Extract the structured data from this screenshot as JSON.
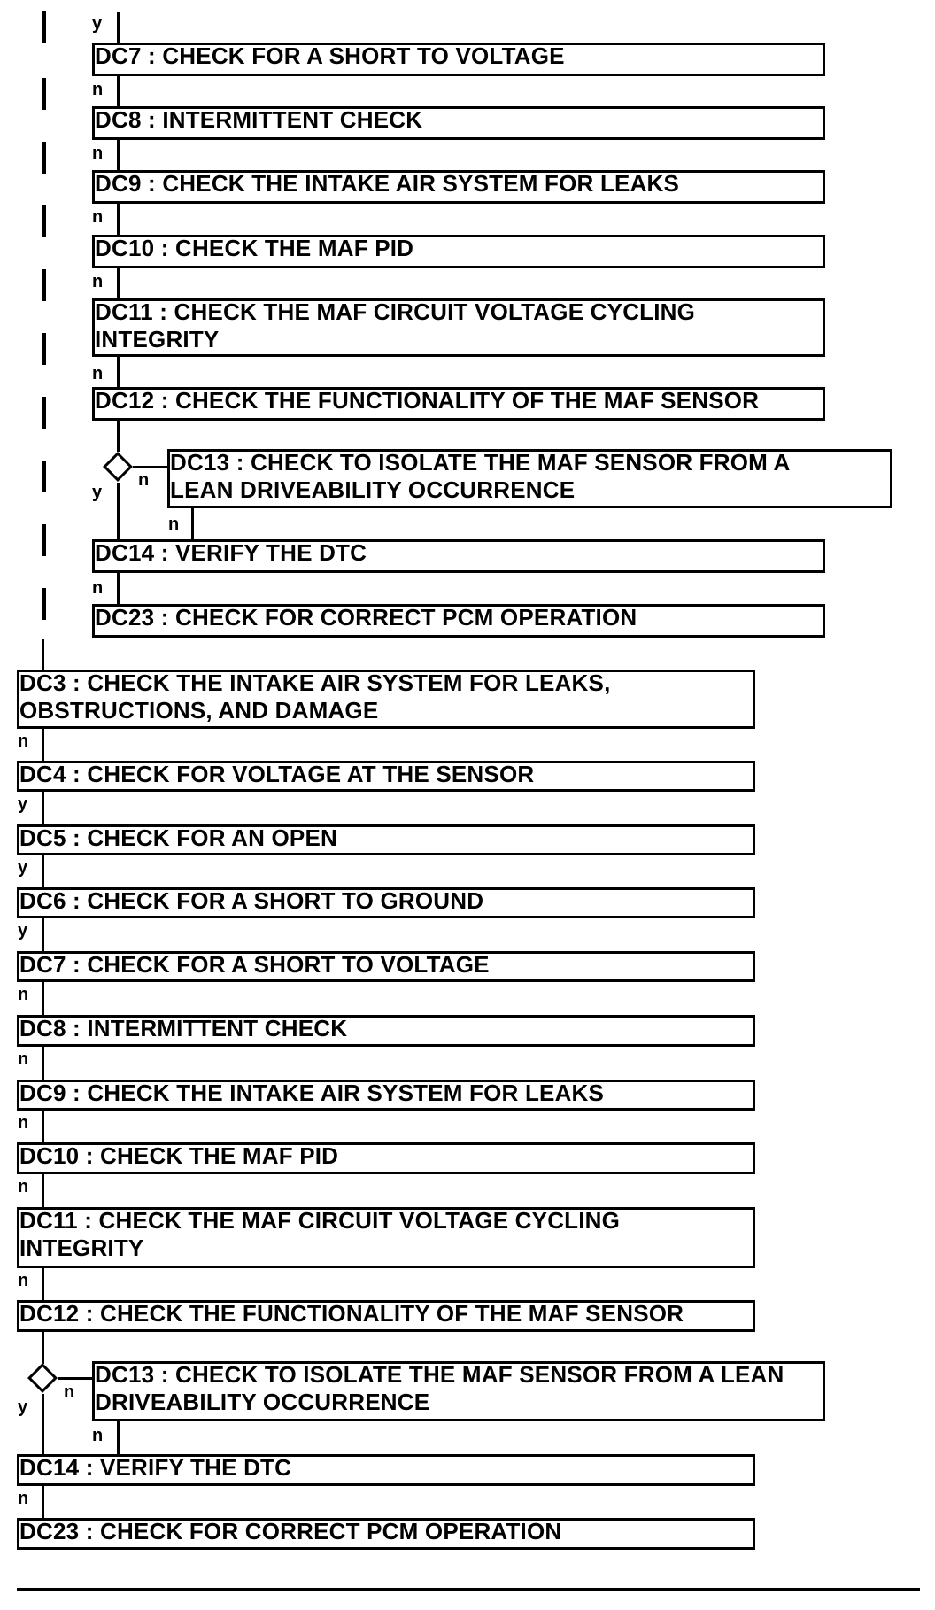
{
  "steps": {
    "dc7_upper": "DC7 : CHECK FOR A SHORT TO VOLTAGE",
    "dc8_upper": "DC8 : INTERMITTENT CHECK",
    "dc9_upper": "DC9 : CHECK THE INTAKE AIR SYSTEM FOR LEAKS",
    "dc10_upper": "DC10 : CHECK THE MAF PID",
    "dc11_upper": "DC11 : CHECK THE MAF CIRCUIT VOLTAGE CYCLING\nINTEGRITY",
    "dc12_upper": "DC12 : CHECK THE FUNCTIONALITY OF THE MAF SENSOR",
    "dc13_upper": "DC13 : CHECK TO ISOLATE THE MAF SENSOR FROM A\nLEAN DRIVEABILITY OCCURRENCE",
    "dc14_upper": "DC14 : VERIFY THE DTC",
    "dc23_upper": "DC23 : CHECK FOR CORRECT PCM OPERATION",
    "dc3": "DC3 : CHECK THE INTAKE AIR SYSTEM FOR LEAKS,\nOBSTRUCTIONS, AND DAMAGE",
    "dc4": "DC4 : CHECK FOR VOLTAGE AT THE SENSOR",
    "dc5": "DC5 : CHECK FOR AN OPEN",
    "dc6": "DC6 : CHECK FOR A SHORT TO GROUND",
    "dc7_lower": "DC7 : CHECK FOR A SHORT TO VOLTAGE",
    "dc8_lower": "DC8 : INTERMITTENT CHECK",
    "dc9_lower": "DC9 : CHECK THE INTAKE AIR SYSTEM FOR LEAKS",
    "dc10_lower": "DC10 : CHECK THE MAF PID",
    "dc11_lower": "DC11 : CHECK THE MAF CIRCUIT VOLTAGE CYCLING\nINTEGRITY",
    "dc12_lower": "DC12 : CHECK THE FUNCTIONALITY OF THE MAF SENSOR",
    "dc13_lower": "DC13 : CHECK TO ISOLATE THE MAF SENSOR FROM A LEAN\nDRIVEABILITY OCCURRENCE",
    "dc14_lower": "DC14 : VERIFY THE DTC",
    "dc23_lower": "DC23 : CHECK FOR CORRECT PCM OPERATION"
  },
  "connectors": {
    "yes": "y",
    "no": "n"
  }
}
